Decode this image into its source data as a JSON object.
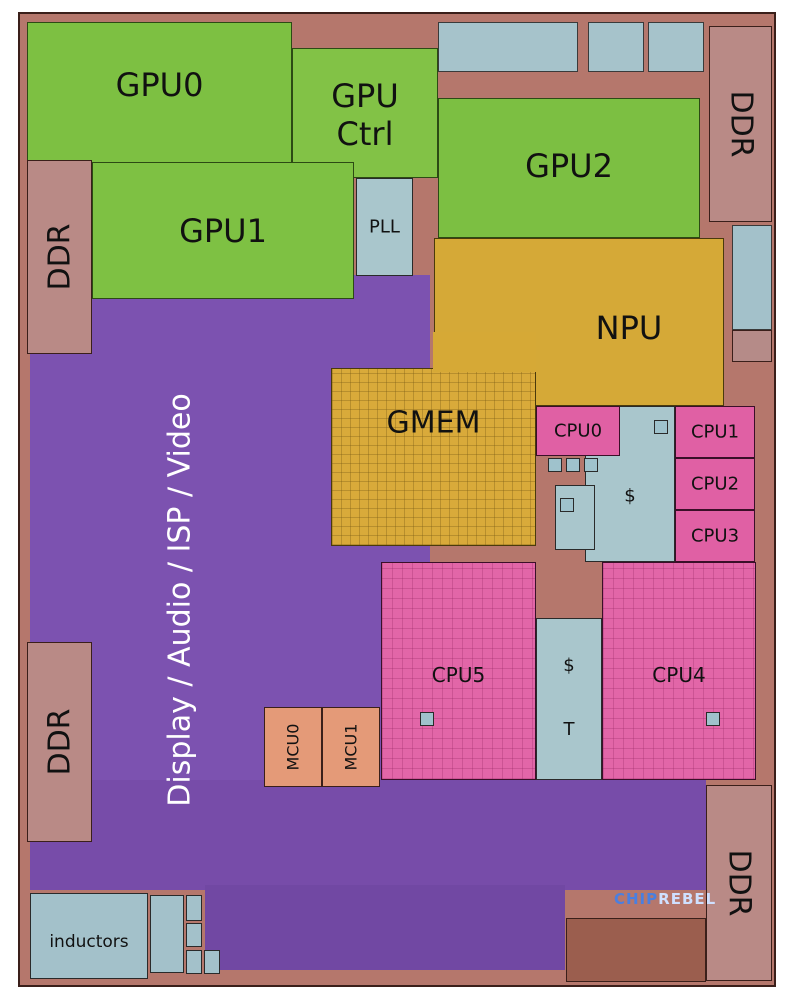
{
  "labels": {
    "gpu0": "GPU0",
    "gpu_ctrl_1": "GPU",
    "gpu_ctrl_2": "Ctrl",
    "gpu2": "GPU2",
    "gpu1": "GPU1",
    "pll": "PLL",
    "npu": "NPU",
    "gmem": "GMEM",
    "cpu0": "CPU0",
    "cpu1": "CPU1",
    "cpu2": "CPU2",
    "cpu3": "CPU3",
    "cpu4": "CPU4",
    "cpu5": "CPU5",
    "cache_big": "$",
    "cache_mid": "$",
    "cache_t": "T",
    "mcu0": "MCU0",
    "mcu1": "MCU1",
    "ddr_top_right": "DDR",
    "ddr_left_top": "DDR",
    "ddr_left_bottom": "DDR",
    "ddr_bottom_right": "DDR",
    "multimedia": "Display / Audio / ISP / Video",
    "inductors": "inductors",
    "watermark_part1": "CHIP",
    "watermark_part2": "REBEL"
  },
  "colors": {
    "die_base": "#b0746a",
    "gpu": "#7dc042",
    "npu": "#d6a936",
    "gmem": "#d9a93a",
    "cpu": "#e060a4",
    "cache": "#a9c6cc",
    "ddr": "#b98a86",
    "multimedia": "#7a4fae",
    "mcu": "#e49a78",
    "io_blue": "#9fc0cc"
  }
}
